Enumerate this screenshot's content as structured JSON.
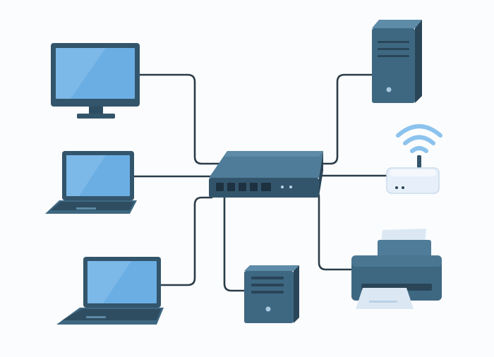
{
  "colors": {
    "background": "#fbfcfd",
    "device_dark": "#33556b",
    "device_mid": "#3e6882",
    "device_edge": "#2a4558",
    "screen_blue": "#6aaee3",
    "screen_light": "#8cc3ee",
    "cable": "#2a3c48",
    "wifi_waves": "#8cc3ee",
    "router_body": "#e7f0fa",
    "paper": "#dbe8f4"
  },
  "devices": [
    {
      "id": "desktop-monitor",
      "icon": "monitor-icon"
    },
    {
      "id": "laptop-left",
      "icon": "laptop-icon"
    },
    {
      "id": "laptop-bottom",
      "icon": "laptop-icon"
    },
    {
      "id": "tower-server",
      "icon": "server-tower-icon"
    },
    {
      "id": "wifi-router",
      "icon": "wifi-router-icon"
    },
    {
      "id": "printer",
      "icon": "printer-icon"
    },
    {
      "id": "nas-box",
      "icon": "storage-box-icon"
    },
    {
      "id": "network-switch",
      "icon": "network-switch-icon"
    }
  ]
}
